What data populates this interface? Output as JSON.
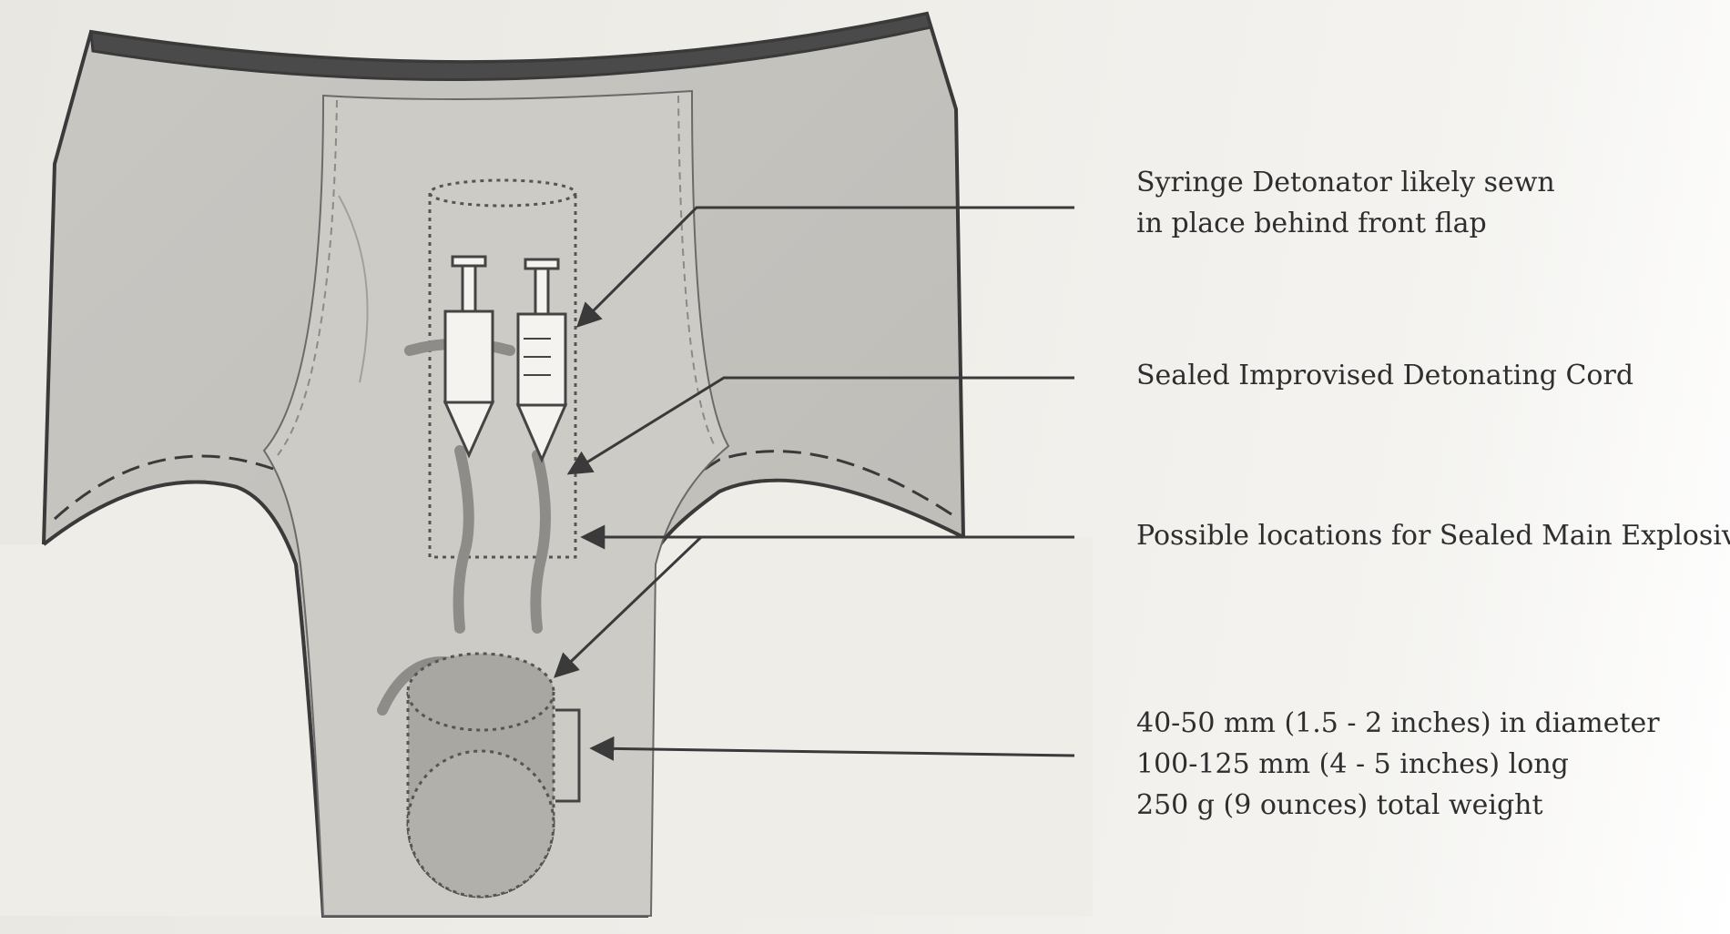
{
  "labels": {
    "syringe_detonator": {
      "line1": "Syringe Detonator likely sewn",
      "line2": "in place behind front flap"
    },
    "detonating_cord": "Sealed Improvised Detonating Cord",
    "main_explosive_locations": "Possible locations for Sealed Main Explosive",
    "explosive_specs": {
      "line1": "40-50 mm (1.5 - 2 inches) in diameter",
      "line2": "100-125 mm (4 - 5 inches) long",
      "line3": "250 g (9 ounces) total weight"
    }
  },
  "colors": {
    "garment_fill": "#c4c2bd",
    "garment_outline": "#3a3a3a",
    "waistband": "#4a4a4a",
    "leg_opening": "#efede8",
    "front_panel": "#cfcdc8",
    "syringe": "#f4f3ef",
    "leader_line": "#3a3a3a"
  },
  "icons": {
    "syringes": "syringe-icon",
    "explosive_cylinder": "cylinder-icon",
    "arrows": "arrow-icon"
  }
}
